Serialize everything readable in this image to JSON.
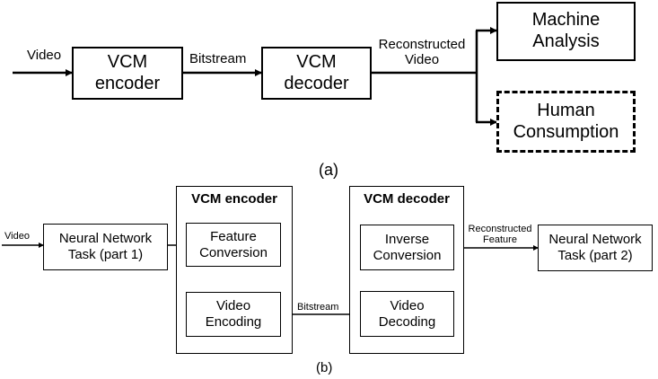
{
  "top": {
    "input_label": "Video",
    "encoder": [
      "VCM",
      "encoder"
    ],
    "bitstream_label": "Bitstream",
    "decoder": [
      "VCM",
      "decoder"
    ],
    "reconstructed_label": [
      "Reconstructed",
      "Video"
    ],
    "machine": [
      "Machine",
      "Analysis"
    ],
    "human": [
      "Human",
      "Consumption"
    ],
    "caption": "(a)"
  },
  "bottom": {
    "input_label": "Video",
    "nn_task1": [
      "Neural Network",
      "Task (part 1)"
    ],
    "encoder_group_title": "VCM encoder",
    "feature_conversion": [
      "Feature",
      "Conversion"
    ],
    "video_encoding": [
      "Video",
      "Encoding"
    ],
    "bitstream_label": "Bitstream",
    "decoder_group_title": "VCM decoder",
    "inverse_conversion": [
      "Inverse",
      "Conversion"
    ],
    "video_decoding": [
      "Video",
      "Decoding"
    ],
    "reconstructed_label": [
      "Reconstructed",
      "Feature"
    ],
    "nn_task2": [
      "Neural Network",
      "Task (part 2)"
    ],
    "caption": "(b)"
  }
}
